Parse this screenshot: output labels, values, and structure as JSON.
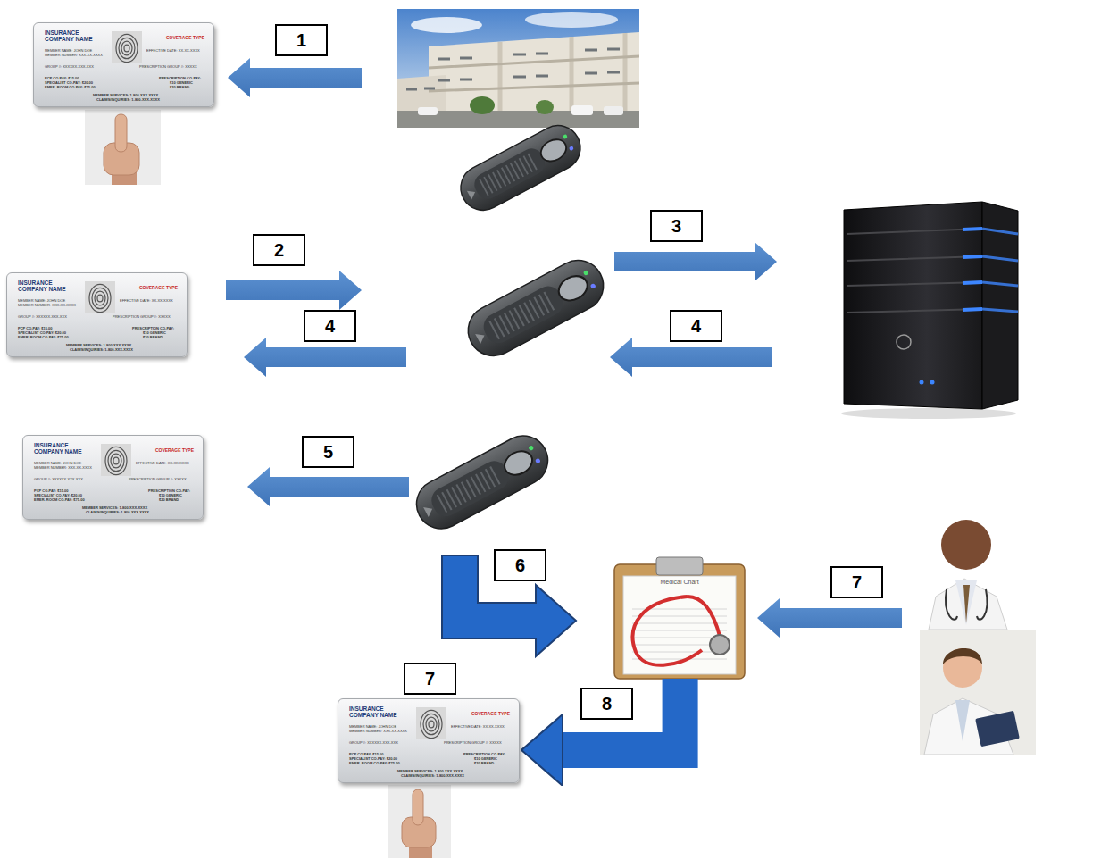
{
  "diagram": {
    "nodes": [
      {
        "text": [
          "INSURANCE COMPANY NAME",
          "COVERAGE TYPE",
          "MEMBER NAME: JOHN DOE",
          "MEMBER NUMBER: XXX-XX-XXXX",
          "EFFECTIVE DATE: XX-XX-XXXX",
          "GROUP #: XXXXXX-XXX-XXX",
          "PRESCRIPTION GROUP #: XXXXX",
          "PCP CO-PAY: $15.00",
          "SPECIALIST CO-PAY: $20.00",
          "EMER. ROOM CO-PAY: $75.00",
          "PRESCRIPTION CO-PAY:",
          "$10 GENERIC",
          "$20 BRAND",
          "MEMBER SERVICES: 1-800-XXX-XXXX",
          "CLAIMS/INQUIRIES: 1-800-XXX-XXXX"
        ]
      },
      {
        "text": [
          "INSURANCE COMPANY NAME",
          "COVERAGE TYPE",
          "MEMBER NAME: JOHN DOE",
          "MEMBER NUMBER: XXX-XX-XXXX",
          "EFFECTIVE DATE: XX-XX-XXXX",
          "GROUP #: XXXXXX-XXX-XXX",
          "PRESCRIPTION GROUP #: XXXXX",
          "PCP CO-PAY: $15.00",
          "SPECIALIST CO-PAY: $20.00",
          "EMER. ROOM CO-PAY: $75.00",
          "PRESCRIPTION CO-PAY:",
          "$10 GENERIC",
          "$20 BRAND",
          "MEMBER SERVICES: 1-800-XXX-XXXX",
          "CLAIMS/INQUIRIES: 1-800-XXX-XXXX"
        ]
      },
      {
        "text": [
          "INSURANCE COMPANY NAME",
          "COVERAGE TYPE",
          "MEMBER NAME: JOHN DOE",
          "MEMBER NUMBER: XXX-XX-XXXX",
          "EFFECTIVE DATE: XX-XX-XXXX",
          "GROUP #: XXXXXX-XXX-XXX",
          "PRESCRIPTION GROUP #: XXXXX",
          "PCP CO-PAY: $15.00",
          "SPECIALIST CO-PAY: $20.00",
          "EMER. ROOM CO-PAY: $75.00",
          "PRESCRIPTION CO-PAY:",
          "$10 GENERIC",
          "$20 BRAND",
          "MEMBER SERVICES: 1-800-XXX-XXXX",
          "CLAIMS/INQUIRIES: 1-800-XXX-XXXX"
        ]
      },
      {
        "text": [
          "Medical Chart"
        ]
      },
      {
        "text": [
          "INSURANCE COMPANY NAME",
          "COVERAGE TYPE",
          "MEMBER NAME: JOHN DOE",
          "MEMBER NUMBER: XXX-XX-XXXX",
          "EFFECTIVE DATE: XX-XX-XXXX",
          "GROUP #: XXXXXX-XXX-XXX",
          "PRESCRIPTION GROUP #: XXXXX",
          "PCP CO-PAY: $15.00",
          "SPECIALIST CO-PAY: $20.00",
          "EMER. ROOM CO-PAY: $75.00",
          "PRESCRIPTION CO-PAY:",
          "$10 GENERIC",
          "$20 BRAND",
          "MEMBER SERVICES: 1-800-XXX-XXXX",
          "CLAIMS/INQUIRIES: 1-800-XXX-XXXX"
        ]
      }
    ],
    "edges": [
      {
        "from": 3,
        "to": 4,
        "arrow": "to"
      }
    ],
    "labels": [
      "1",
      "2",
      "3",
      "4",
      "4",
      "5",
      "6",
      "7",
      "7",
      "8"
    ]
  }
}
